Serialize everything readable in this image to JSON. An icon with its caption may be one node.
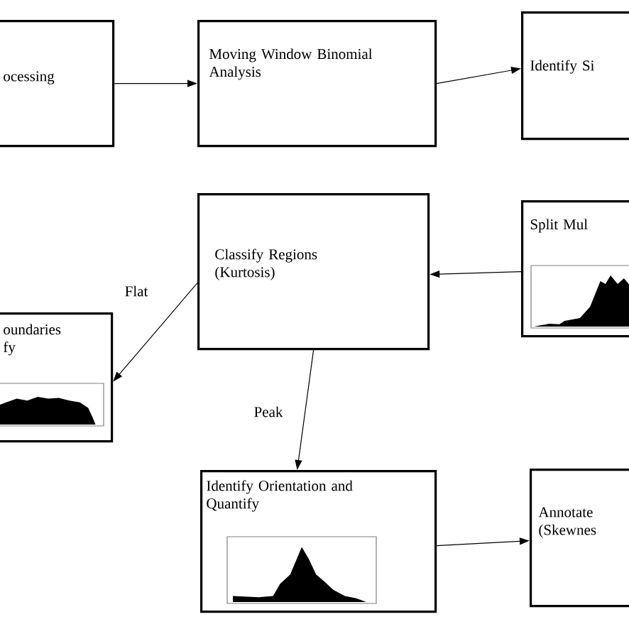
{
  "diagram": {
    "nodes": [
      {
        "text": [
          "ocessing"
        ]
      },
      {
        "text": [
          "Moving Window Binomial Analysis"
        ]
      },
      {
        "text": [
          "Identify Si"
        ]
      },
      {
        "text": [
          "Classify Regions (Kurtosis)"
        ]
      },
      {
        "text": [
          "Split Mul"
        ]
      },
      {
        "text": [
          "oundaries fy"
        ]
      },
      {
        "text": [
          "Identify Orientation and Quantify"
        ]
      },
      {
        "text": [
          "Annotate (Skewnes"
        ]
      }
    ],
    "edges": [
      {
        "from": 0,
        "to": 1,
        "arrow": "to"
      },
      {
        "from": 1,
        "to": 2,
        "arrow": "to"
      },
      {
        "from": 4,
        "to": 3,
        "arrow": "to"
      },
      {
        "from": 3,
        "to": 5,
        "arrow": "to",
        "label": "Flat"
      },
      {
        "from": 3,
        "to": 6,
        "arrow": "to",
        "label": "Peak"
      },
      {
        "from": 6,
        "to": 7,
        "arrow": "to"
      }
    ]
  }
}
